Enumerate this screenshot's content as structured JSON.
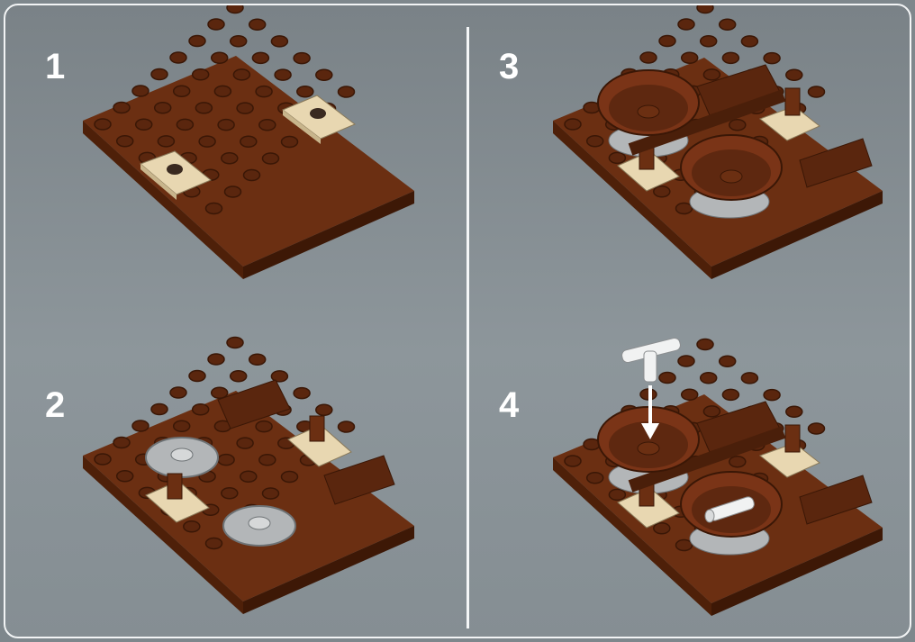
{
  "steps": [
    {
      "number": "1"
    },
    {
      "number": "2"
    },
    {
      "number": "3"
    },
    {
      "number": "4"
    }
  ],
  "colors": {
    "plate": "#6b2f12",
    "plate_dark": "#4a1f0a",
    "stud": "#5a260e",
    "tan": "#e8d7b1",
    "grey": "#b3b6b8",
    "white_part": "#f1f2f2",
    "arrow": "#ffffff"
  },
  "icons": [
    "brick-plate",
    "tile",
    "turntable",
    "dish",
    "bar",
    "t-bar-piece"
  ]
}
